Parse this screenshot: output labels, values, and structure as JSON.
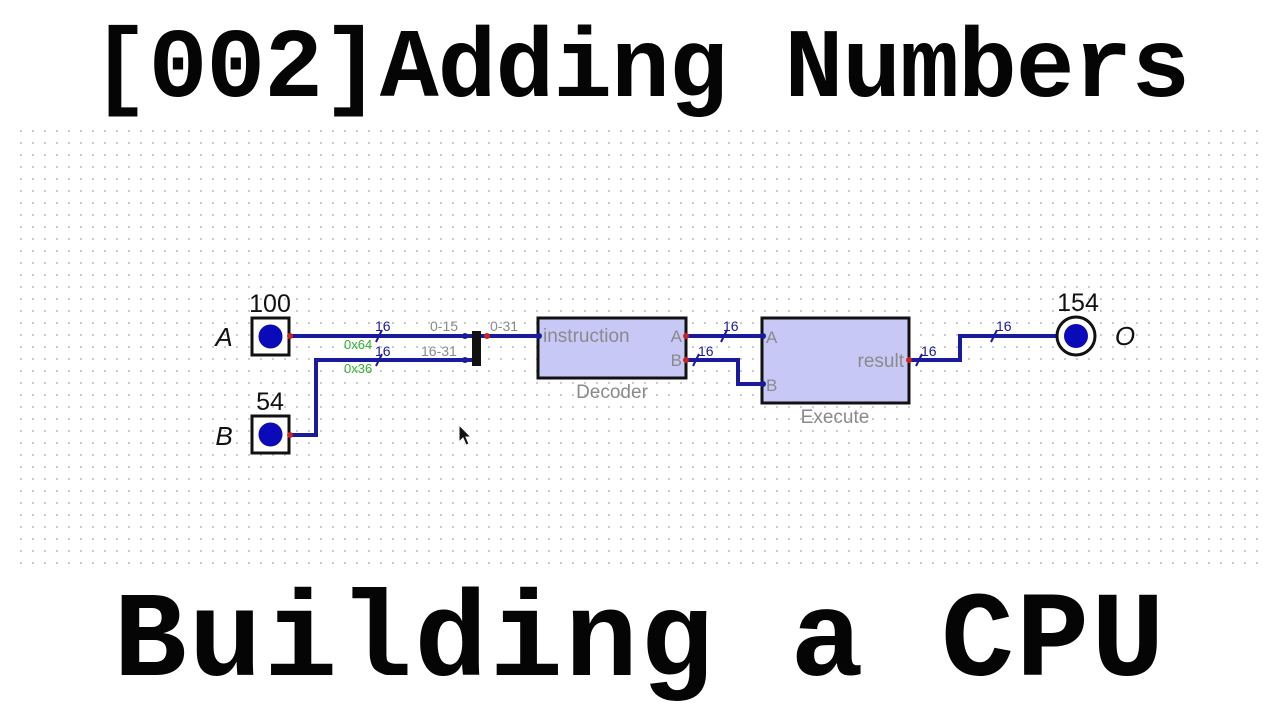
{
  "video": {
    "title_top": "[002]Adding Numbers",
    "title_bottom": "Building a CPU"
  },
  "circuit": {
    "inputs": [
      {
        "label": "A",
        "value": "100"
      },
      {
        "label": "B",
        "value": "54"
      }
    ],
    "output": {
      "label": "O",
      "value": "154"
    },
    "wire_width": "16",
    "probes": {
      "a": "0x64",
      "b": "0x36"
    },
    "splitter": {
      "in_low": "0-15",
      "in_high": "16-31",
      "out": "0-31"
    },
    "decoder": {
      "name": "Decoder",
      "in_port": "instruction",
      "out_a": "A",
      "out_b": "B"
    },
    "execute": {
      "name": "Execute",
      "in_a": "A",
      "in_b": "B",
      "out": "result"
    }
  },
  "colors": {
    "wire": "#1a1a9c",
    "component_fill": "#c8c8f6",
    "pin_dot": "#0a0ab8",
    "probe_text": "#2fb02f",
    "muted_text": "#8a8a8a",
    "title": "#050505"
  }
}
